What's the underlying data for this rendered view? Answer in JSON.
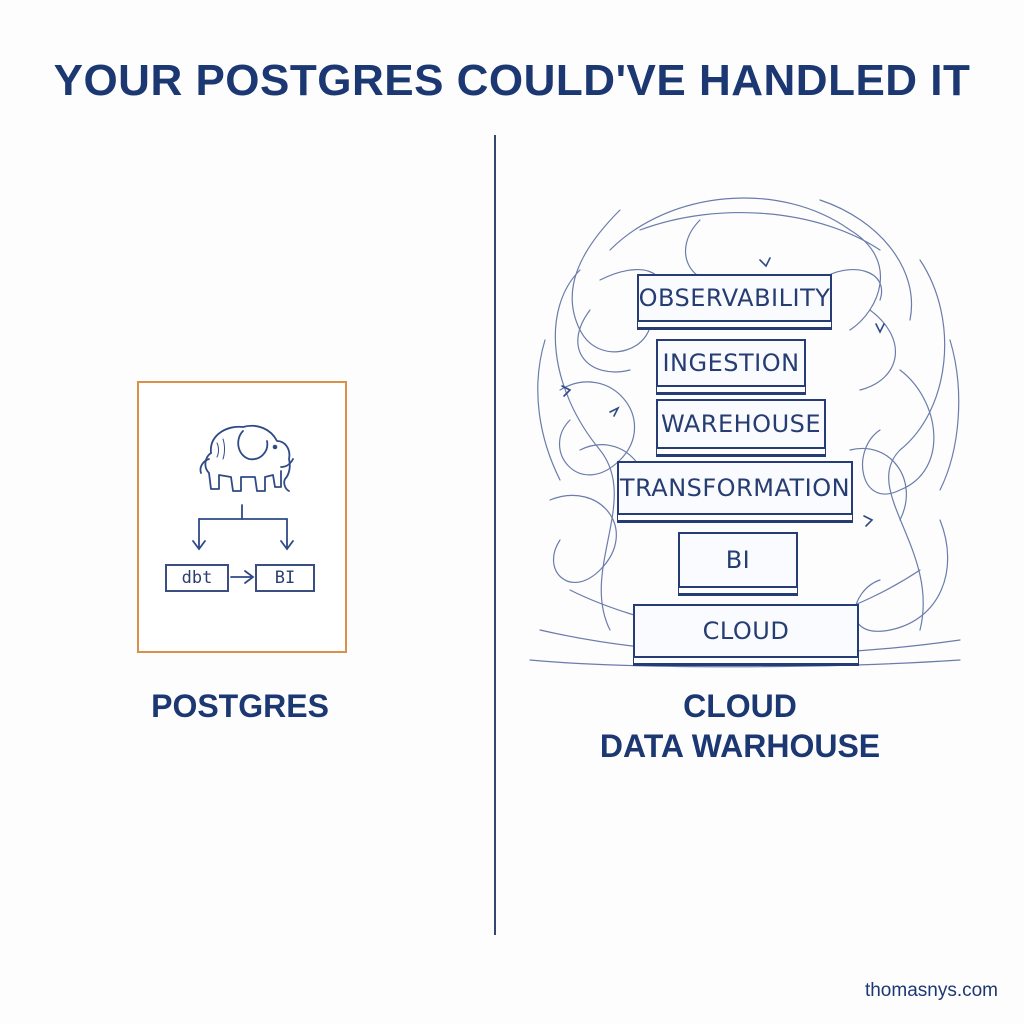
{
  "title": "YOUR POSTGRES COULD'VE HANDLED IT",
  "left": {
    "icon": "elephant-icon",
    "dbt_label": "dbt",
    "bi_label": "BI",
    "caption": "POSTGRES",
    "border_color": "#d9914a"
  },
  "right": {
    "layers": [
      {
        "label": "OBSERVABILITY"
      },
      {
        "label": "INGESTION"
      },
      {
        "label": "WAREHOUSE"
      },
      {
        "label": "TRANSFORMATION"
      },
      {
        "label": "BI"
      },
      {
        "label": "CLOUD"
      }
    ],
    "caption_line1": "CLOUD",
    "caption_line2": "DATA WARHOUSE"
  },
  "footer": "thomasnys.com",
  "colors": {
    "ink": "#1c3872",
    "accent": "#d9914a"
  }
}
